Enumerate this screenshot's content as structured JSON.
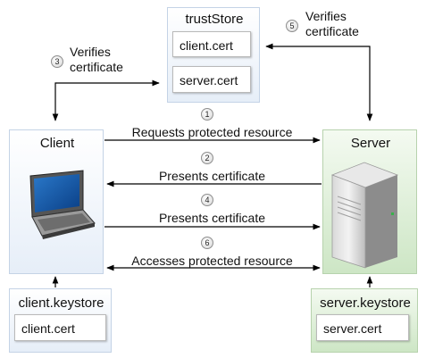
{
  "truststore": {
    "title": "trustStore",
    "certs": [
      "client.cert",
      "server.cert"
    ]
  },
  "client": {
    "title": "Client"
  },
  "server": {
    "title": "Server"
  },
  "client_keystore": {
    "title": "client.keystore",
    "cert": "client.cert"
  },
  "server_keystore": {
    "title": "server.keystore",
    "cert": "server.cert"
  },
  "steps": {
    "s1": {
      "number": "1",
      "label": "Requests protected resource"
    },
    "s2": {
      "number": "2",
      "label": "Presents certificate"
    },
    "s3": {
      "number": "3",
      "label_line1": "Verifies",
      "label_line2": "certificate"
    },
    "s4": {
      "number": "4",
      "label": "Presents certificate"
    },
    "s5": {
      "number": "5",
      "label_line1": "Verifies",
      "label_line2": "certificate"
    },
    "s6": {
      "number": "6",
      "label": "Accesses protected resource"
    }
  },
  "colors": {
    "client_panel": "#e6eef8",
    "server_panel": "#cde6c5",
    "arrow": "#000000"
  },
  "icons": {
    "client": "laptop-icon",
    "server": "server-tower-icon"
  }
}
